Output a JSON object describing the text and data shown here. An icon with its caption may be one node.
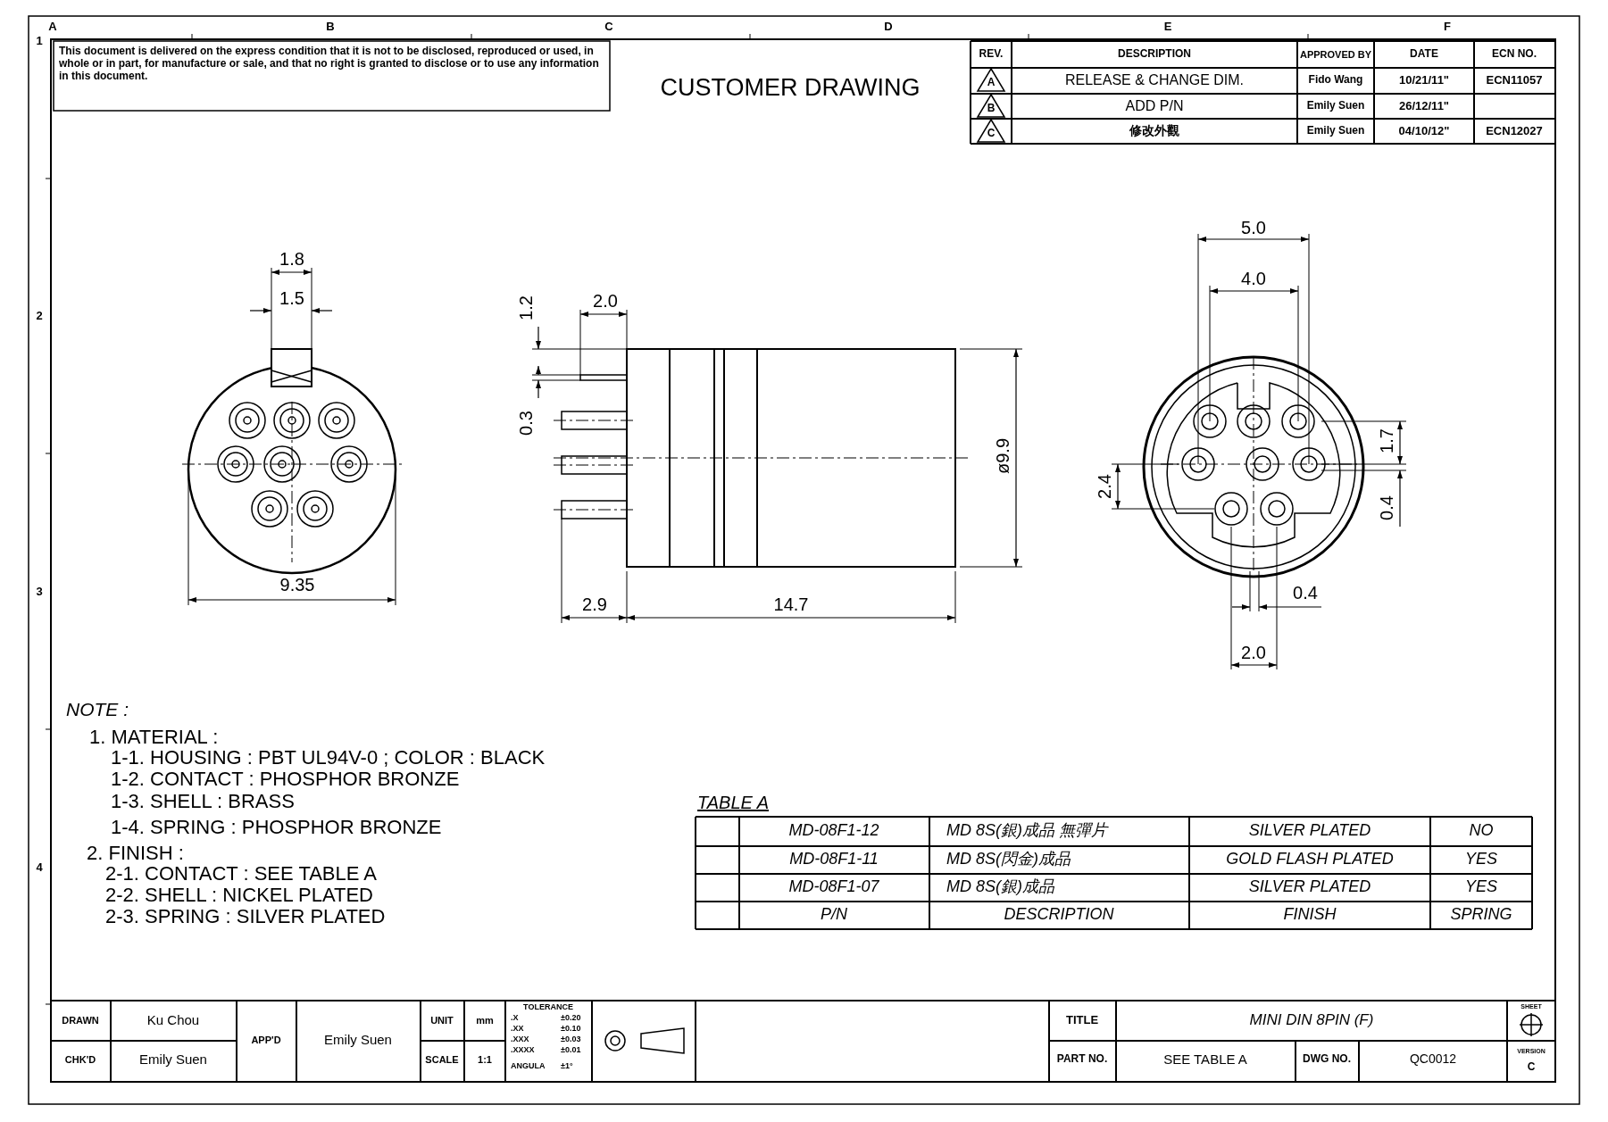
{
  "diagram": {
    "title": "CUSTOMER DRAWING",
    "labels": [
      "A",
      "B",
      "C",
      "D",
      "E",
      "F",
      "1",
      "2",
      "3",
      "4",
      "This document is delivered on the express condition that it is not to be disclosed, reproduced or used, in whole or in part, for manufacture or sale, and that no right is granted to disclose or to use any information in this document.",
      "REV.",
      "DESCRIPTION",
      "APPROVED BY",
      "DATE",
      "ECN NO.",
      "A",
      "RELEASE & CHANGE DIM.",
      "Fido Wang",
      "10/21/11\"",
      "ECN11057",
      "B",
      "ADD P/N",
      "Emily Suen",
      "26/12/11\"",
      "C",
      "修改外觀",
      "Emily Suen",
      "04/10/12\"",
      "ECN12027",
      "1.8",
      "1.5",
      "9.35",
      "1.2",
      "2.0",
      "0.3",
      "ø9.9",
      "2.9",
      "14.7",
      "5.0",
      "4.0",
      "1.7",
      "2.4",
      "0.4",
      "0.4",
      "2.0",
      "NOTE :",
      "1. MATERIAL :",
      "1-1. HOUSING : PBT UL94V-0 ; COLOR : BLACK",
      "1-2. CONTACT : PHOSPHOR BRONZE",
      "1-3. SHELL : BRASS",
      "1-4. SPRING : PHOSPHOR BRONZE",
      "2. FINISH :",
      "2-1. CONTACT : SEE TABLE A",
      "2-2. SHELL : NICKEL PLATED",
      "2-3. SPRING : SILVER PLATED",
      "TABLE A",
      "MD-08F1-12",
      "MD 8S(銀)成品 無彈片",
      "SILVER PLATED",
      "NO",
      "MD-08F1-11",
      "MD 8S(閃金)成品",
      "GOLD FLASH PLATED",
      "YES",
      "MD-08F1-07",
      "MD 8S(銀)成品",
      "SILVER PLATED",
      "YES",
      "P/N",
      "DESCRIPTION",
      "FINISH",
      "SPRING",
      "DRAWN",
      "Ku Chou",
      "APP'D",
      "Emily Suen",
      "UNIT",
      "mm",
      "TOLERANCE",
      ".X",
      "±0.20",
      ".XX",
      "±0.10",
      ".XXX",
      "±0.03",
      ".XXXX",
      "±0.01",
      "ANGULA",
      "±1°",
      "TITLE",
      "MINI DIN 8PIN (F)",
      "SHEET",
      "CHK'D",
      "Emily Suen",
      "SCALE",
      "1:1",
      "PART NO.",
      "SEE TABLE A",
      "DWG NO.",
      "QC0012",
      "VERSION",
      "C"
    ]
  }
}
